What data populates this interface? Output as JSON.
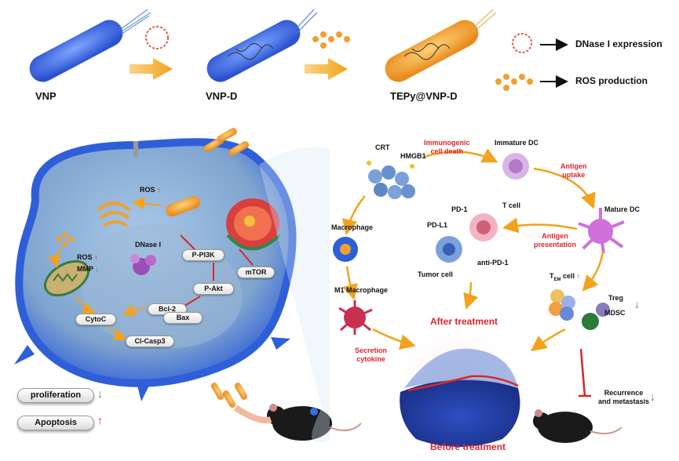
{
  "top_row": {
    "vnp_label": "VNP",
    "vnpd_label": "VNP-D",
    "tepy_label": "TEPy@VNP-D"
  },
  "legend": {
    "dnase_label": "DNase I expression",
    "ros_label": "ROS production"
  },
  "cell": {
    "ros_top": "ROS",
    "ros_left": "ROS",
    "mmp": "MMP",
    "dnase": "DNase I",
    "p_pi3k": "P-PI3K",
    "mtor": "mTOR",
    "p_akt": "P-Akt",
    "bcl2": "Bcl-2",
    "bax": "Bax",
    "cytoc": "CytoC",
    "cl_casp3": "Cl-Casp3"
  },
  "bottom_left": {
    "proliferation": "proliferation",
    "apoptosis": "Apoptosis"
  },
  "immune": {
    "crt": "CRT",
    "hmgb1": "HMGB1",
    "icd_line1": "Immunogenic",
    "icd_line2": "cell death",
    "immature_dc": "Immature DC",
    "antigen_uptake_line1": "Antigen",
    "antigen_uptake_line2": "uptake",
    "mature_dc": "Mature DC",
    "antigen_pres_line1": "Antigen",
    "antigen_pres_line2": "presentation",
    "macrophage": "Macrophage",
    "pd1": "PD-1",
    "t_cell": "T cell",
    "pdl1": "PD-L1",
    "anti_pd1": "anti-PD-1",
    "tumor_cell": "Tumor cell",
    "m1_macrophage": "M1 Macrophage",
    "tem_t": "T",
    "tem_sub": "EM",
    "tem_cell": " cell",
    "treg": "Treg",
    "mdsc": "MDSC",
    "after_treatment": "After treatment",
    "before_treatment": "Before treatment",
    "secretion_line1": "Secretion",
    "secretion_line2": "cytokine",
    "recurrence_line1": "Recurrence",
    "recurrence_line2": "and metastasis"
  },
  "colors": {
    "bacteria_blue": "#3a6ee8",
    "bacteria_orange": "#f0a030",
    "cell_blue": "#2f5fd8",
    "accent_red": "#e0242a",
    "down_green": "#2f9e3f",
    "arrow_orange": "#f2a21b"
  }
}
